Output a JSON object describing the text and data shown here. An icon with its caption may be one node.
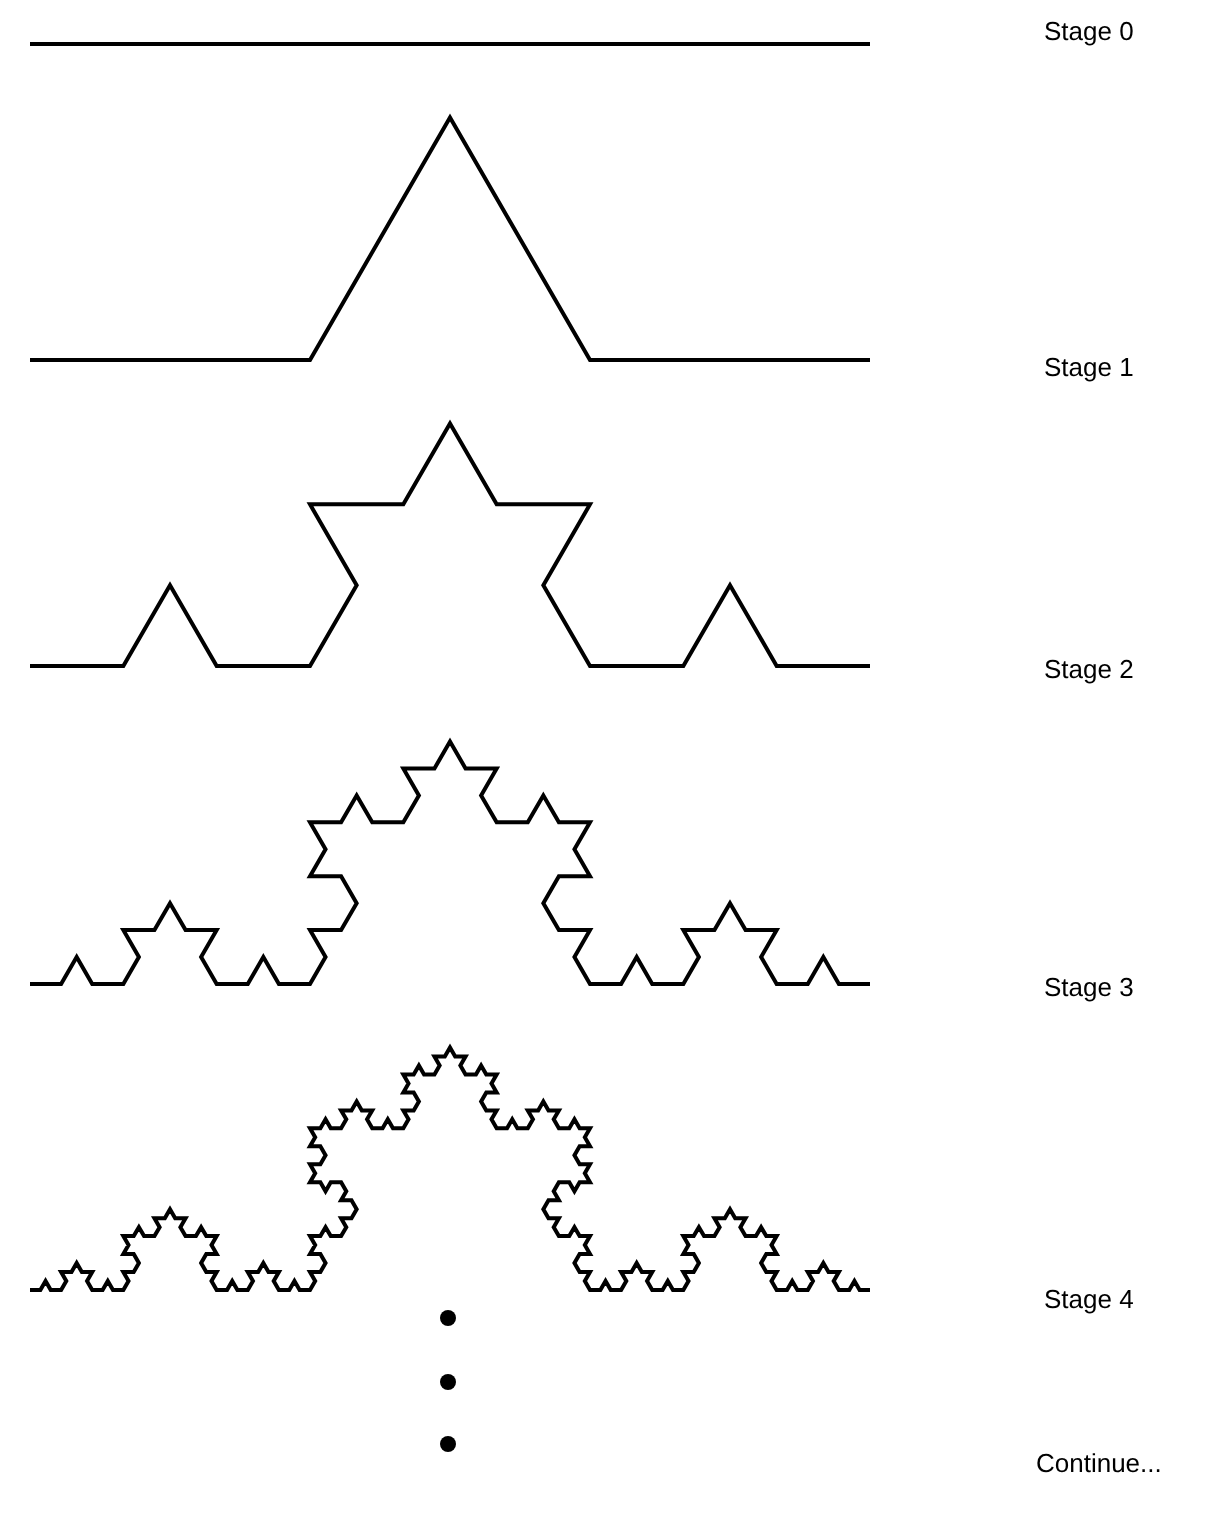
{
  "diagram": {
    "labels": [
      "Stage 0",
      "Stage 1",
      "Stage 2",
      "Stage 3",
      "Stage 4",
      "Continue..."
    ]
  }
}
